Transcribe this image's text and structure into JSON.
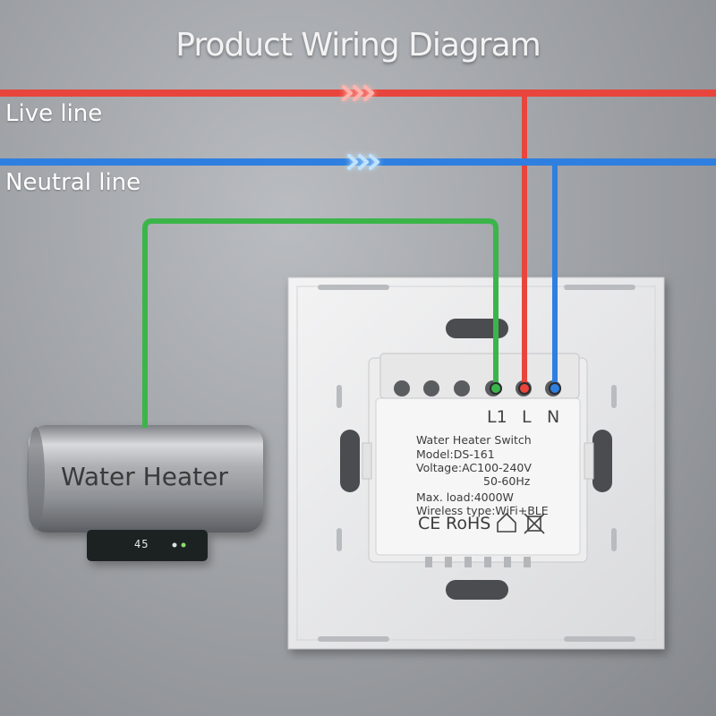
{
  "diagram": {
    "title": "Product Wiring Diagram",
    "live_line_label": "Live line",
    "neutral_line_label": "Neutral line",
    "heater": {
      "label": "Water Heater",
      "display_value": "45"
    },
    "terminals": {
      "l1": "L1",
      "l": "L",
      "n": "N"
    },
    "switch_specs": {
      "name": "Water Heater Switch",
      "model": "Model:DS-161",
      "voltage": "Voltage:AC100-240V",
      "frequency": "50-60Hz",
      "max_load": "Max. load:4000W",
      "wireless": "Wireless type:WiFi+BLE"
    },
    "certifications": {
      "ce": "CE",
      "rohs": "RoHS"
    },
    "colors": {
      "live_wire": "#e8453c",
      "neutral_wire": "#2f7fe0",
      "load_wire": "#3bb54a",
      "panel": "#eeeeef",
      "module": "#f4f4f4"
    }
  }
}
